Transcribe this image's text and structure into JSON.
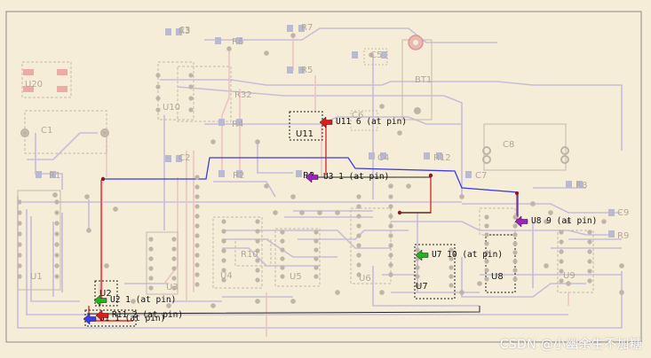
{
  "colors": {
    "background": "#f6edd9",
    "board_outline": "#8a8a8a",
    "silkscreen": "#c9b8aa",
    "pad": "#c0b3a7",
    "pad_red": "#eeaaa5",
    "track_lavender": "#c6bdd9",
    "track_pink": "#edc3c3",
    "track_red": "#d9302f",
    "track_blue": "#3c3cd8",
    "track_black": "#222222",
    "marker_red": "#e01b1b",
    "marker_green": "#26b026",
    "marker_blue": "#3d3df0",
    "marker_purple": "#a020c0",
    "via_dark": "#8b1a1a",
    "grey_square": "#b9b9cf"
  },
  "components": [
    "R3",
    "R7",
    "C3",
    "R6",
    "R5",
    "U20",
    "U10",
    "R32",
    "R4",
    "U11",
    "C5",
    "BT1",
    "C1",
    "C6",
    "C8",
    "R1",
    "C2",
    "R2",
    "C4",
    "C7",
    "R8",
    "U2",
    "U3",
    "U4",
    "U5",
    "U6",
    "U7",
    "U8",
    "U9",
    "U1",
    "C9",
    "R9",
    "R10",
    "R11",
    "R12",
    "R33"
  ],
  "markers": [
    {
      "label": "U11 6 (at pin)",
      "color": "red"
    },
    {
      "label": "U3 1 (at pin)",
      "color": "purple"
    },
    {
      "label": "U8 9 (at pin)",
      "color": "purple"
    },
    {
      "label": "U7 10 (at pin)",
      "color": "green"
    },
    {
      "label": "U2 1 (at pin)",
      "color": "green"
    },
    {
      "label": "U1 1 (at pin)",
      "color": "blue"
    },
    {
      "label": "R11 2 (at pin)",
      "color": "red"
    }
  ],
  "watermark": "CSDN @小幽余生不加糖"
}
